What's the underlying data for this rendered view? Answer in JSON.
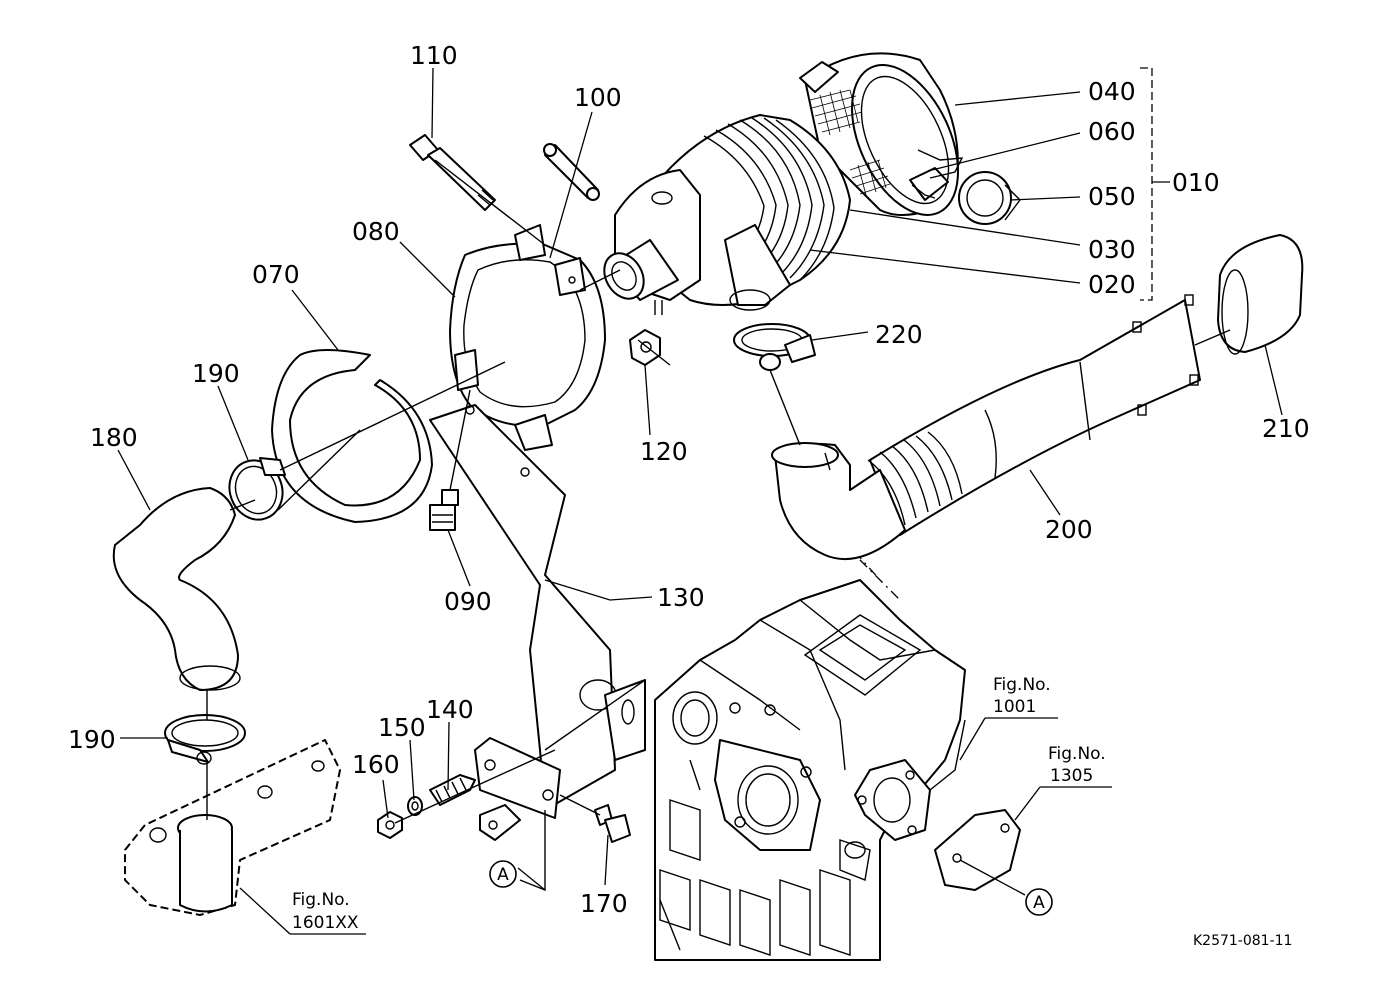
{
  "diagram": {
    "part_labels": {
      "p010": "010",
      "p020": "020",
      "p030": "030",
      "p040": "040",
      "p050": "050",
      "p060": "060",
      "p070": "070",
      "p080": "080",
      "p090": "090",
      "p100": "100",
      "p110": "110",
      "p120": "120",
      "p130": "130",
      "p140": "140",
      "p150": "150",
      "p160": "160",
      "p170": "170",
      "p180": "180",
      "p190a": "190",
      "p190b": "190",
      "p200": "200",
      "p210": "210",
      "p220": "220"
    },
    "figure_refs": {
      "ref1001": {
        "line1": "Fig.No.",
        "line2": "1001"
      },
      "ref1305": {
        "line1": "Fig.No.",
        "line2": "1305"
      },
      "ref1601": {
        "line1": "Fig.No.",
        "line2": "1601XX"
      }
    },
    "markers": {
      "a1": "A",
      "a2": "A"
    },
    "drawing_code": "K2571-081-11"
  }
}
